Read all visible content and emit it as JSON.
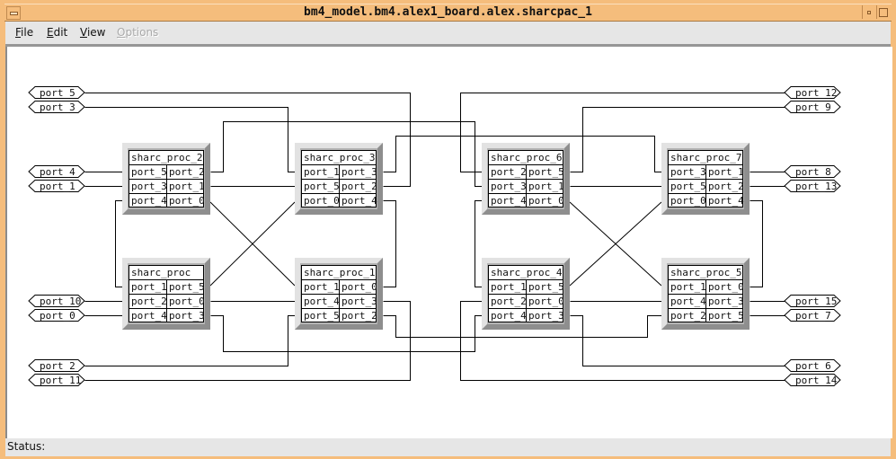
{
  "window": {
    "title": "bm4_model.bm4.alex1_board.alex.sharcpac_1"
  },
  "menubar": {
    "items": [
      {
        "label": "File",
        "mnemonic": "F",
        "rest": "ile",
        "enabled": true
      },
      {
        "label": "Edit",
        "mnemonic": "E",
        "rest": "dit",
        "enabled": true
      },
      {
        "label": "View",
        "mnemonic": "V",
        "rest": "iew",
        "enabled": true
      },
      {
        "label": "Options",
        "mnemonic": "O",
        "rest": "ptions",
        "enabled": false
      }
    ]
  },
  "status": {
    "label": "Status:",
    "text": ""
  },
  "diagram": {
    "processors": [
      {
        "id": "sharc_proc_2",
        "name": "sharc_proc_2",
        "rows": [
          [
            "port_5",
            "port_2"
          ],
          [
            "port_3",
            "port_1"
          ],
          [
            "port_4",
            "port_0"
          ]
        ],
        "col": 0,
        "row": 0
      },
      {
        "id": "sharc_proc_3",
        "name": "sharc_proc_3",
        "rows": [
          [
            "port_1",
            "port_3"
          ],
          [
            "port_5",
            "port_2"
          ],
          [
            "port_0",
            "port_4"
          ]
        ],
        "col": 1,
        "row": 0
      },
      {
        "id": "sharc_proc_6",
        "name": "sharc_proc_6",
        "rows": [
          [
            "port_2",
            "port_5"
          ],
          [
            "port_3",
            "port_1"
          ],
          [
            "port_4",
            "port_0"
          ]
        ],
        "col": 2,
        "row": 0
      },
      {
        "id": "sharc_proc_7",
        "name": "sharc_proc_7",
        "rows": [
          [
            "port_3",
            "port_1"
          ],
          [
            "port_5",
            "port_2"
          ],
          [
            "port_0",
            "port_4"
          ]
        ],
        "col": 3,
        "row": 0
      },
      {
        "id": "sharc_proc",
        "name": "sharc_proc",
        "rows": [
          [
            "port_1",
            "port_5"
          ],
          [
            "port_2",
            "port_0"
          ],
          [
            "port_4",
            "port_3"
          ]
        ],
        "col": 0,
        "row": 1
      },
      {
        "id": "sharc_proc_1",
        "name": "sharc_proc_1",
        "rows": [
          [
            "port_1",
            "port_0"
          ],
          [
            "port_4",
            "port_3"
          ],
          [
            "port_5",
            "port_2"
          ]
        ],
        "col": 1,
        "row": 1
      },
      {
        "id": "sharc_proc_4",
        "name": "sharc_proc_4",
        "rows": [
          [
            "port_1",
            "port_5"
          ],
          [
            "port_2",
            "port_0"
          ],
          [
            "port_4",
            "port_3"
          ]
        ],
        "col": 2,
        "row": 1
      },
      {
        "id": "sharc_proc_5",
        "name": "sharc_proc_5",
        "rows": [
          [
            "port_1",
            "port_0"
          ],
          [
            "port_4",
            "port_3"
          ],
          [
            "port_2",
            "port_5"
          ]
        ],
        "col": 3,
        "row": 1
      }
    ],
    "external_ports_left": [
      "port_5",
      "port_3",
      "port_4",
      "port_1",
      "port_10",
      "port_0",
      "port_2",
      "port_11"
    ],
    "external_ports_right": [
      "port_12",
      "port_9",
      "port_8",
      "port_13",
      "port_15",
      "port_7",
      "port_6",
      "port_14"
    ]
  }
}
